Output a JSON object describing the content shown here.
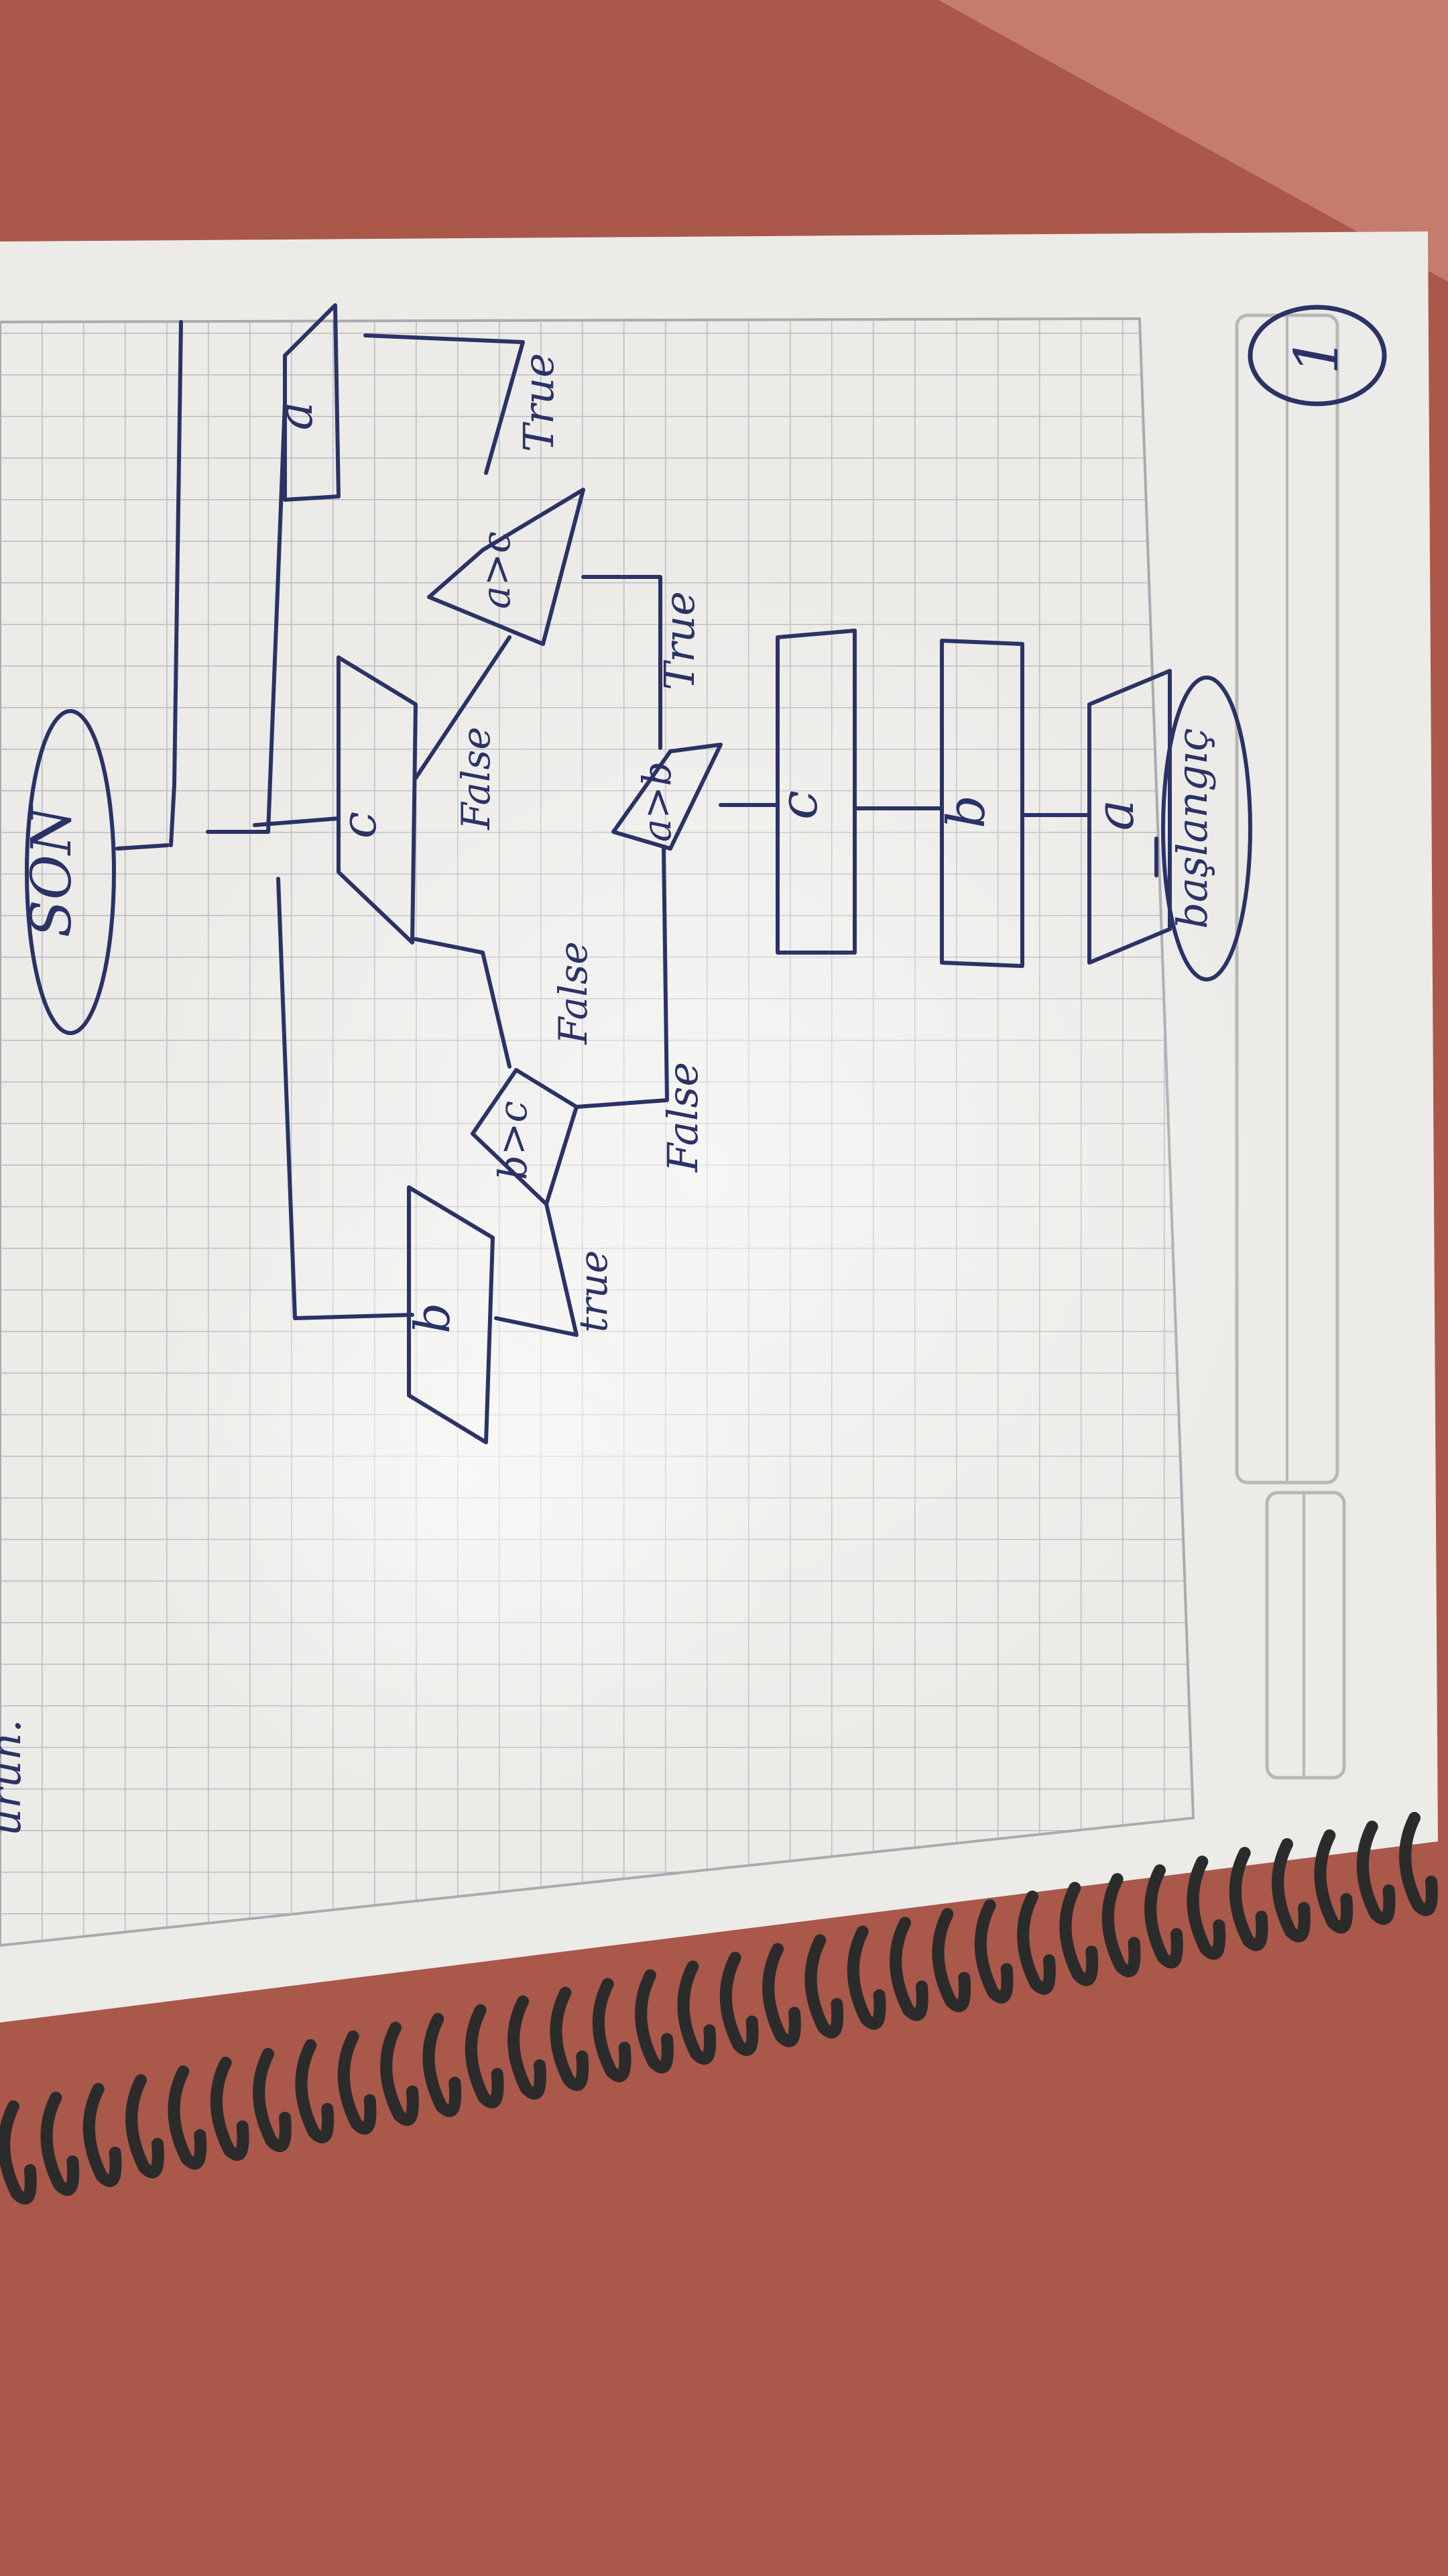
{
  "page": {
    "number": "1",
    "footer_scribble": "urün."
  },
  "flowchart": {
    "start": "başlangıç",
    "end": "SON",
    "inputs": [
      "a",
      "b",
      "c"
    ],
    "decisions": [
      "a>b",
      "a>c",
      "b>c"
    ],
    "outputs": [
      "a",
      "c",
      "b"
    ],
    "branch_labels": {
      "a_gt_b_true": "True",
      "a_gt_b_false": "False",
      "a_gt_c_true": "True",
      "a_gt_c_false": "False",
      "b_gt_c_true": "true",
      "b_gt_c_false": "False"
    }
  },
  "colors": {
    "background": "#a9584a",
    "paper": "#ecebe8",
    "grid": "#b9bbc0",
    "ink": "#2a3266",
    "spiral": "#2b2b2b"
  }
}
